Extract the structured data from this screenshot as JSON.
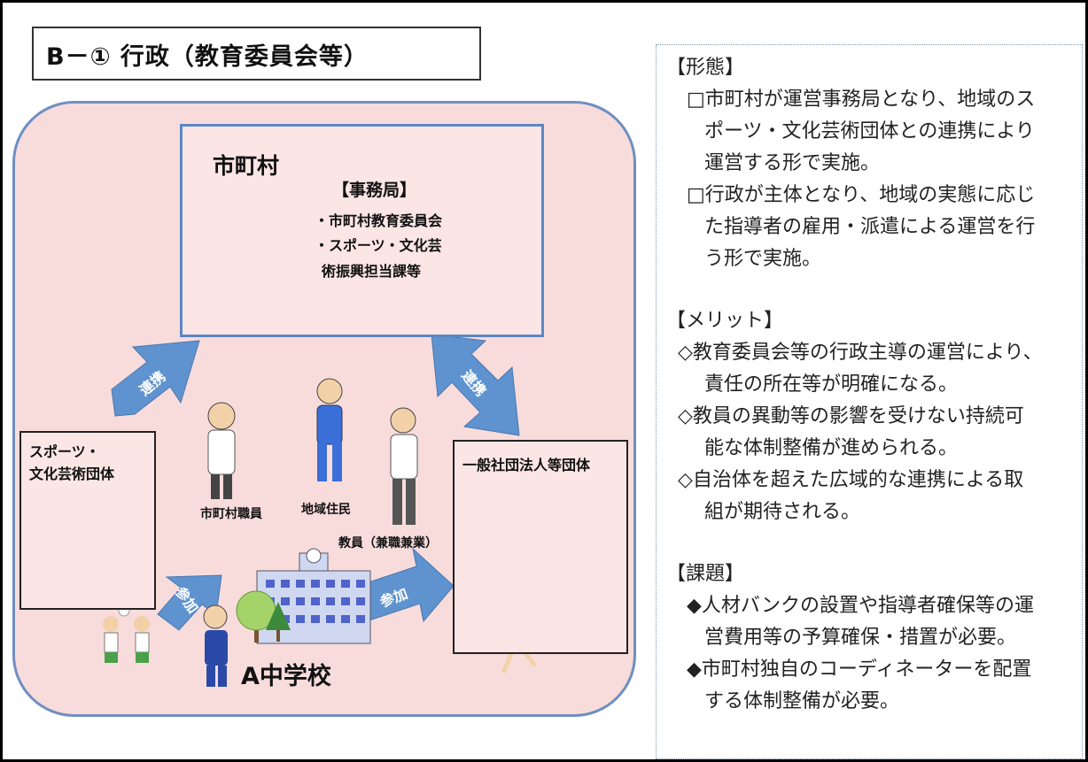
{
  "title": "B－① 行政（教育委員会等）",
  "municipality": {
    "name": "市町村",
    "secretariat_heading": "【事務局】",
    "secretariat_line1": "・市町村教育委員会",
    "secretariat_line2": "・スポーツ・文化芸",
    "secretariat_line3": "術振興担当課等"
  },
  "sports_group": {
    "line1": "スポーツ・",
    "line2": "文化芸術団体"
  },
  "assoc_group": {
    "name": "一般社団法人等団体"
  },
  "arrows": {
    "renkei_left": "連携",
    "renkei_right": "連携",
    "sanka_left": "参加",
    "sanka_right": "参加"
  },
  "people": {
    "staff": "市町村職員",
    "resident": "地域住民",
    "teacher": "教員（兼職兼業）"
  },
  "school": {
    "name": "A中学校"
  },
  "side": {
    "form_heading": "【形態】",
    "form_items": [
      [
        "□市町村が運営事務局となり、地域のス",
        "ポーツ・文化芸術団体との連携により",
        "運営する形で実施。"
      ],
      [
        "□行政が主体となり、地域の実態に応じ",
        "た指導者の雇用・派遣による運営を行",
        "う形で実施。"
      ]
    ],
    "merit_heading": "【メリット】",
    "merit_items": [
      [
        "◇教育委員会等の行政主導の運営により、",
        "責任の所在等が明確になる。"
      ],
      [
        "◇教員の異動等の影響を受けない持続可",
        "能な体制整備が進められる。"
      ],
      [
        "◇自治体を超えた広域的な連携による取",
        "組が期待される。"
      ]
    ],
    "issue_heading": "【課題】",
    "issue_items": [
      [
        "◆人材バンクの設置や指導者確保等の運",
        "営費用等の予算確保・措置が必要。"
      ],
      [
        "◆市町村独自のコーディネーターを配置",
        "する体制整備が必要。"
      ]
    ]
  },
  "colors": {
    "region_fill": "#f8dcdc",
    "arrow_blue": "#5f93cf",
    "box_border": "#5b87c5",
    "track": "#c9734a",
    "field": "#4f9a4f"
  },
  "icons": [
    "municipal-building-icon",
    "gymnasium-icon",
    "stadium-track-icon",
    "school-building-icon",
    "tree-icon",
    "person-icon"
  ]
}
